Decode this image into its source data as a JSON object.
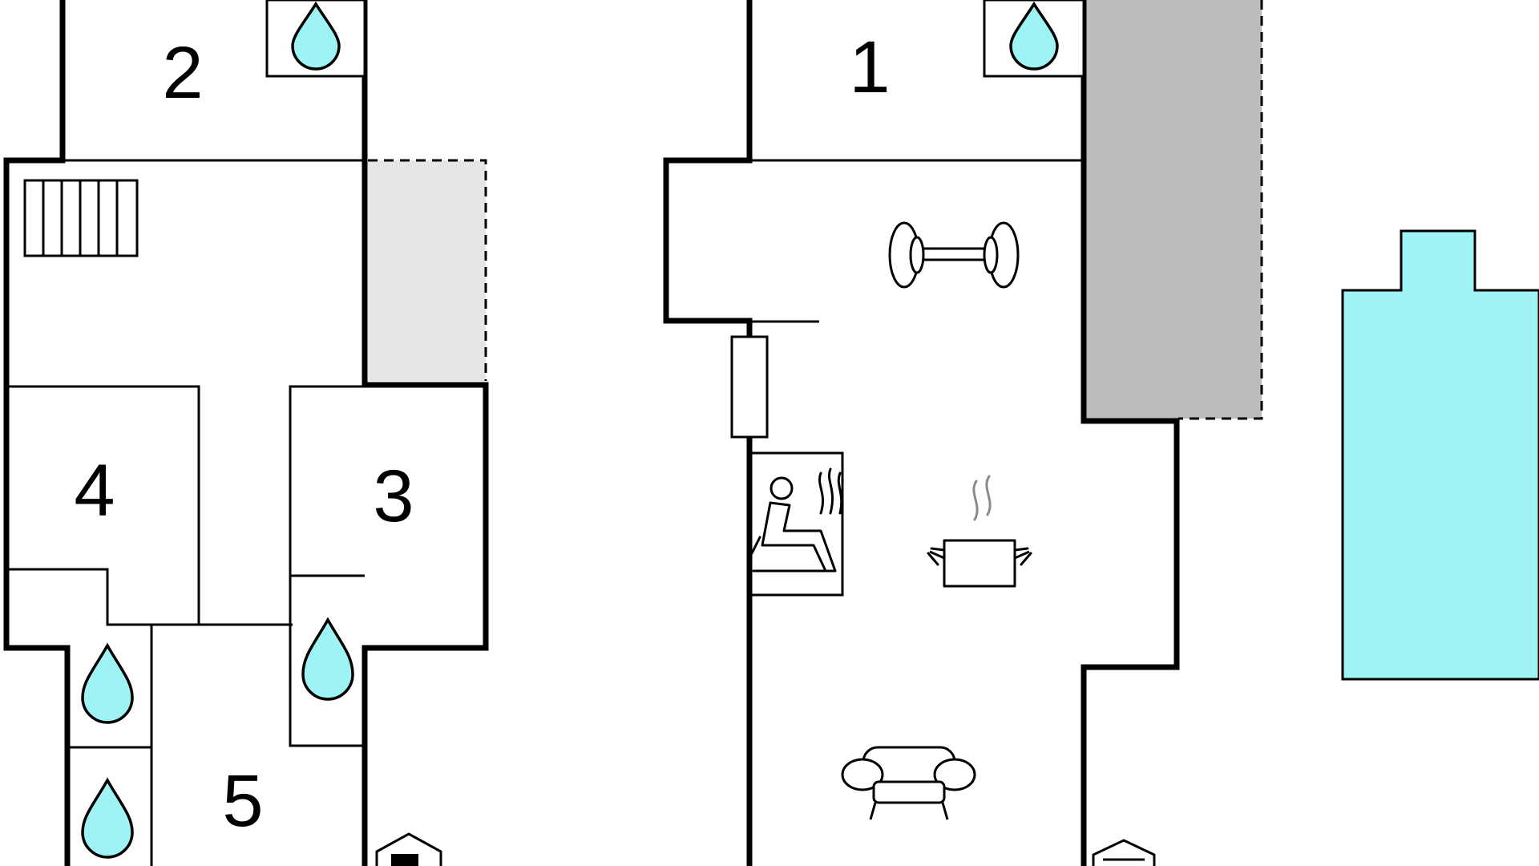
{
  "floor_plan": {
    "rooms": [
      {
        "id": "room-1",
        "label": "1"
      },
      {
        "id": "room-2",
        "label": "2"
      },
      {
        "id": "room-3",
        "label": "3"
      },
      {
        "id": "room-4",
        "label": "4"
      },
      {
        "id": "room-5",
        "label": "5"
      }
    ],
    "icons": [
      "water-drop-icon",
      "stairs-icon",
      "dumbbell-icon",
      "sauna-icon",
      "cooking-pot-icon",
      "sofa-icon",
      "entrance-icon"
    ],
    "colors": {
      "water": "#9ef4f4",
      "pool": "#9ef4f4",
      "terrace_light": "#e6e6e6",
      "terrace_dark": "#bcbcbc",
      "wall": "#000000",
      "steam": "#8a8a8a"
    }
  }
}
